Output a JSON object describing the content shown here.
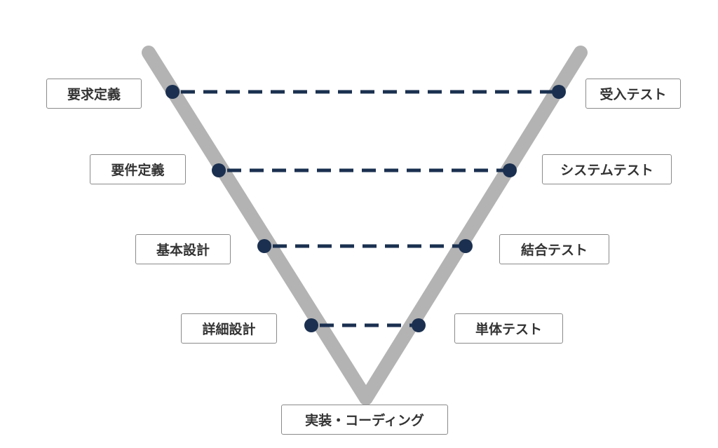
{
  "colors": {
    "v_line": "#b3b3b3",
    "connector": "#1b3050",
    "box_border": "#8a8a8a",
    "text": "#333333"
  },
  "left_phases": [
    "要求定義",
    "要件定義",
    "基本設計",
    "詳細設計"
  ],
  "right_phases": [
    "受入テスト",
    "システムテスト",
    "結合テスト",
    "単体テスト"
  ],
  "bottom_phase": "実装・コーディング"
}
